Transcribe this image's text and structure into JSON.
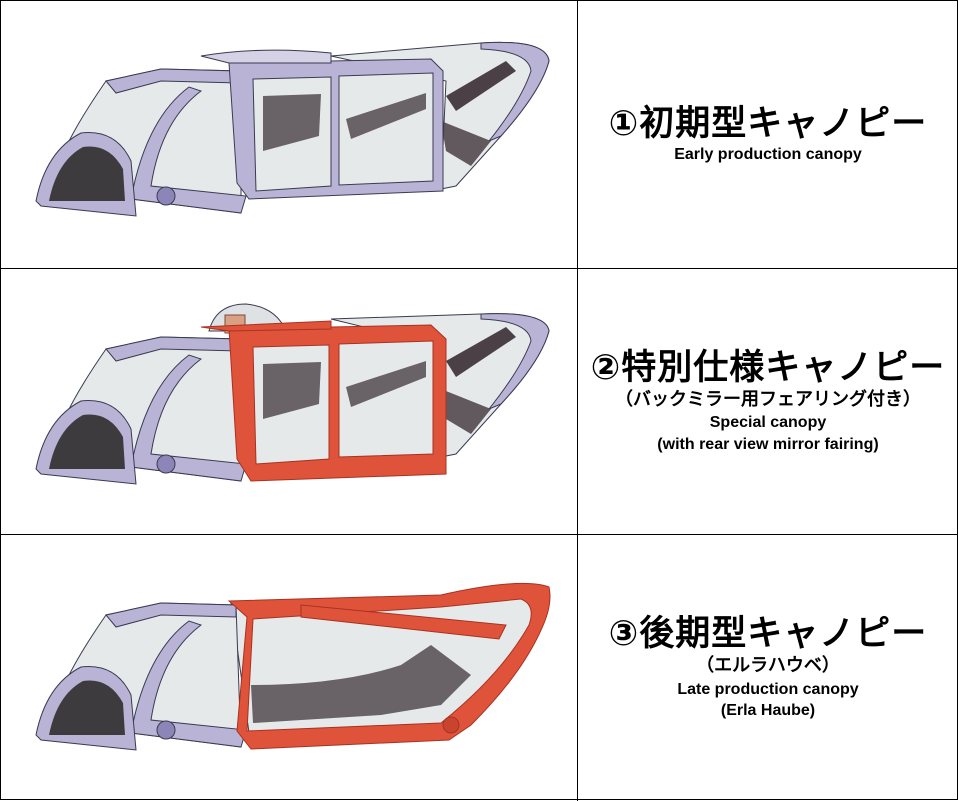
{
  "panels": [
    {
      "title_jp": "①初期型キャノピー",
      "subtitle_jp": "",
      "label_en": [
        "Early production canopy"
      ],
      "highlight": "none"
    },
    {
      "title_jp": "②特別仕様キャノピー",
      "subtitle_jp": "（バックミラー用フェアリング付き）",
      "label_en": [
        "Special canopy",
        "(with rear view mirror fairing)"
      ],
      "highlight": "sliding-frame"
    },
    {
      "title_jp": "③後期型キャノピー",
      "subtitle_jp": "（エルラハウベ）",
      "label_en": [
        "Late production canopy",
        "(Erla Haube)"
      ],
      "highlight": "rear-frame"
    }
  ],
  "colors": {
    "frame": "#b9b4d6",
    "frame_dark": "#7d78a8",
    "glass": "#e6e9ea",
    "glass_edge": "#3a3a52",
    "highlight": "#e0533b",
    "highlight_dark": "#a83220",
    "shadow": "#4a4045",
    "border": "#000000"
  }
}
